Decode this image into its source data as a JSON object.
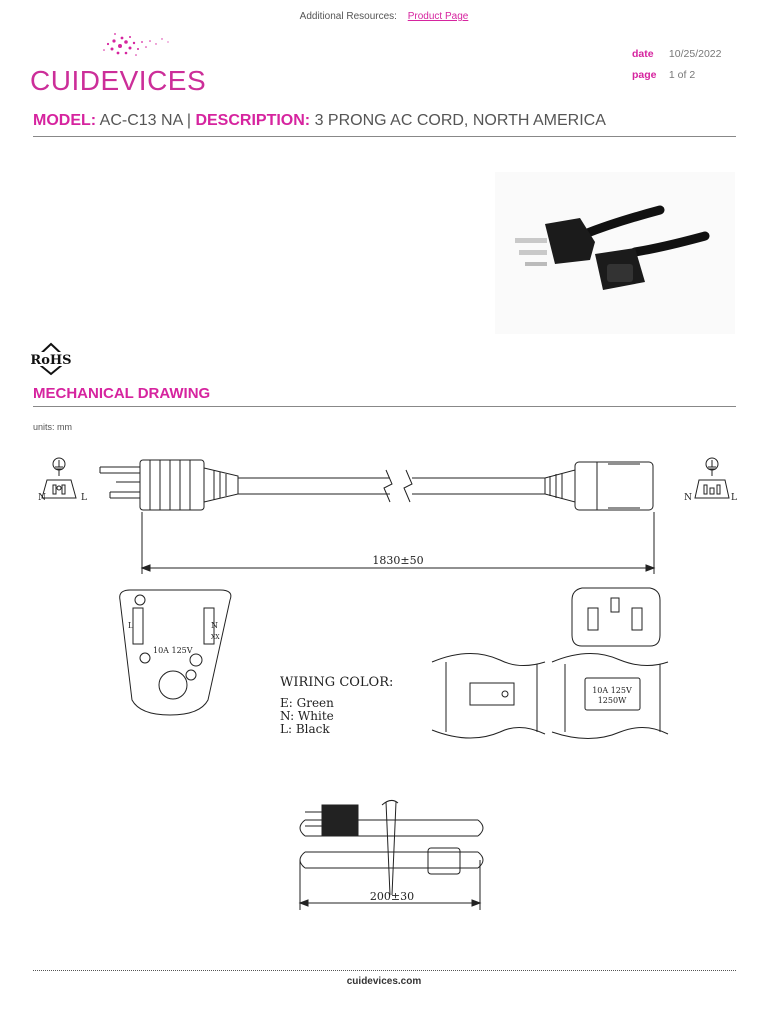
{
  "header": {
    "resources_label": "Additional Resources:",
    "product_link": "Product Page",
    "logo_text": "CUIDEVICES",
    "date_label": "date",
    "date_value": "10/25/2022",
    "page_label": "page",
    "page_value": "1 of 2"
  },
  "title": {
    "model_label": "MODEL:",
    "model_value": "AC-C13 NA",
    "separator": "|",
    "desc_label": "DESCRIPTION:",
    "desc_value": "3 PRONG AC CORD, NORTH AMERICA"
  },
  "rohs": "RoHS",
  "section_title": "MECHANICAL DRAWING",
  "units": "units: mm",
  "drawing": {
    "length_dim": "1830±50",
    "coil_dim": "200±30",
    "plug_rating": "10A 125V",
    "plug_l": "L",
    "plug_n": "N",
    "plug_xx": "XX",
    "conn_rating_1": "10A 125V",
    "conn_rating_2": "1250W",
    "left_n": "N",
    "left_l": "L",
    "right_n": "N",
    "right_l": "L",
    "wiring_title": "WIRING COLOR:",
    "wiring": [
      "E: Green",
      "N: White",
      "L: Black"
    ]
  },
  "footer": "cuidevices.com",
  "colors": {
    "accent": "#d6249f"
  }
}
